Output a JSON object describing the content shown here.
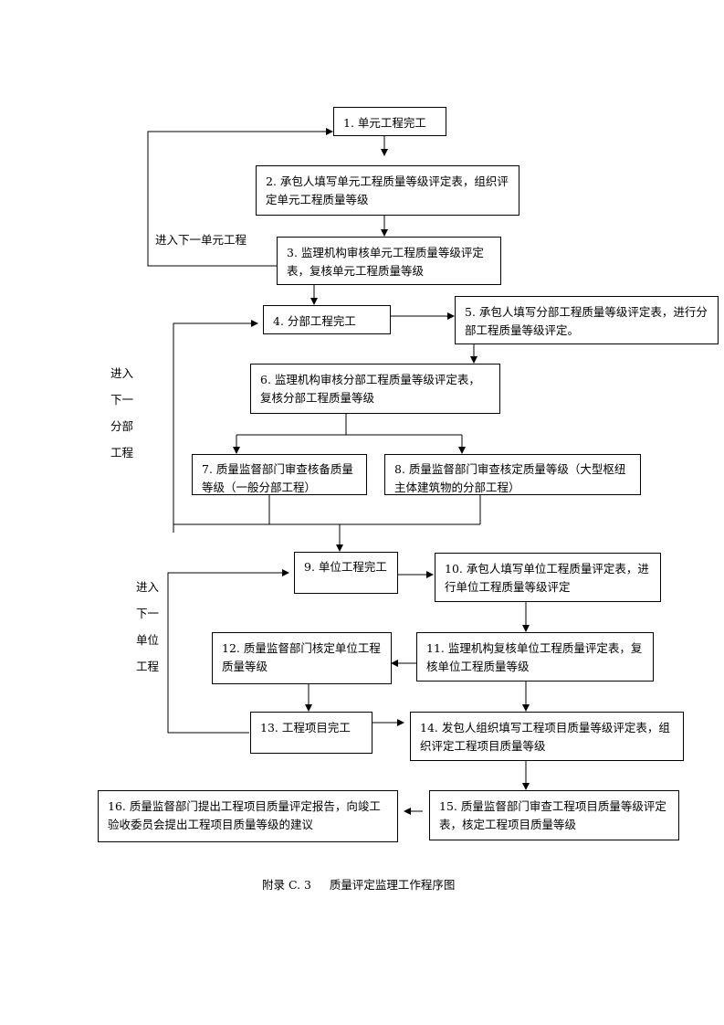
{
  "boxes": {
    "b1": "1. 单元工程完工",
    "b2": "2. 承包人填写单元工程质量等级评定表，组织评定单元工程质量等级",
    "b3": "3. 监理机构审核单元工程质量等级评定表，复核单元工程质量等级",
    "b4": "4. 分部工程完工",
    "b5": "5. 承包人填写分部工程质量等级评定表，进行分部工程质量等级评定。",
    "b6": "6. 监理机构审核分部工程质量等级评定表，复核分部工程质量等级",
    "b7": "7. 质量监督部门审查核备质量等级（一般分部工程）",
    "b8": "8. 质量监督部门审查核定质量等级（大型枢纽主体建筑物的分部工程）",
    "b9": "9. 单位工程完工",
    "b10": "10. 承包人填写单位工程质量评定表，进行单位工程质量等级评定",
    "b11": "11. 监理机构复核单位工程质量评定表，复核单位工程质量等级",
    "b12": "12. 质量监督部门核定单位工程质量等级",
    "b13": "13. 工程项目完工",
    "b14": "14. 发包人组织填写工程项目质量等级评定表，组织评定工程项目质量等级",
    "b15": "15. 质量监督部门审查工程项目质量等级评定表，核定工程项目质量等级",
    "b16": "16. 质量监督部门提出工程项目质量评定报告，向竣工验收委员会提出工程项目质量等级的建议"
  },
  "loop_labels": {
    "unit_element": "进入下一单元工程",
    "division": [
      "进入",
      "下一",
      "分部",
      "工程"
    ],
    "unit_project": [
      "进入",
      "下一",
      "单位",
      "工程"
    ]
  },
  "caption": "附录 C. 3     质量评定监理工作程序图"
}
